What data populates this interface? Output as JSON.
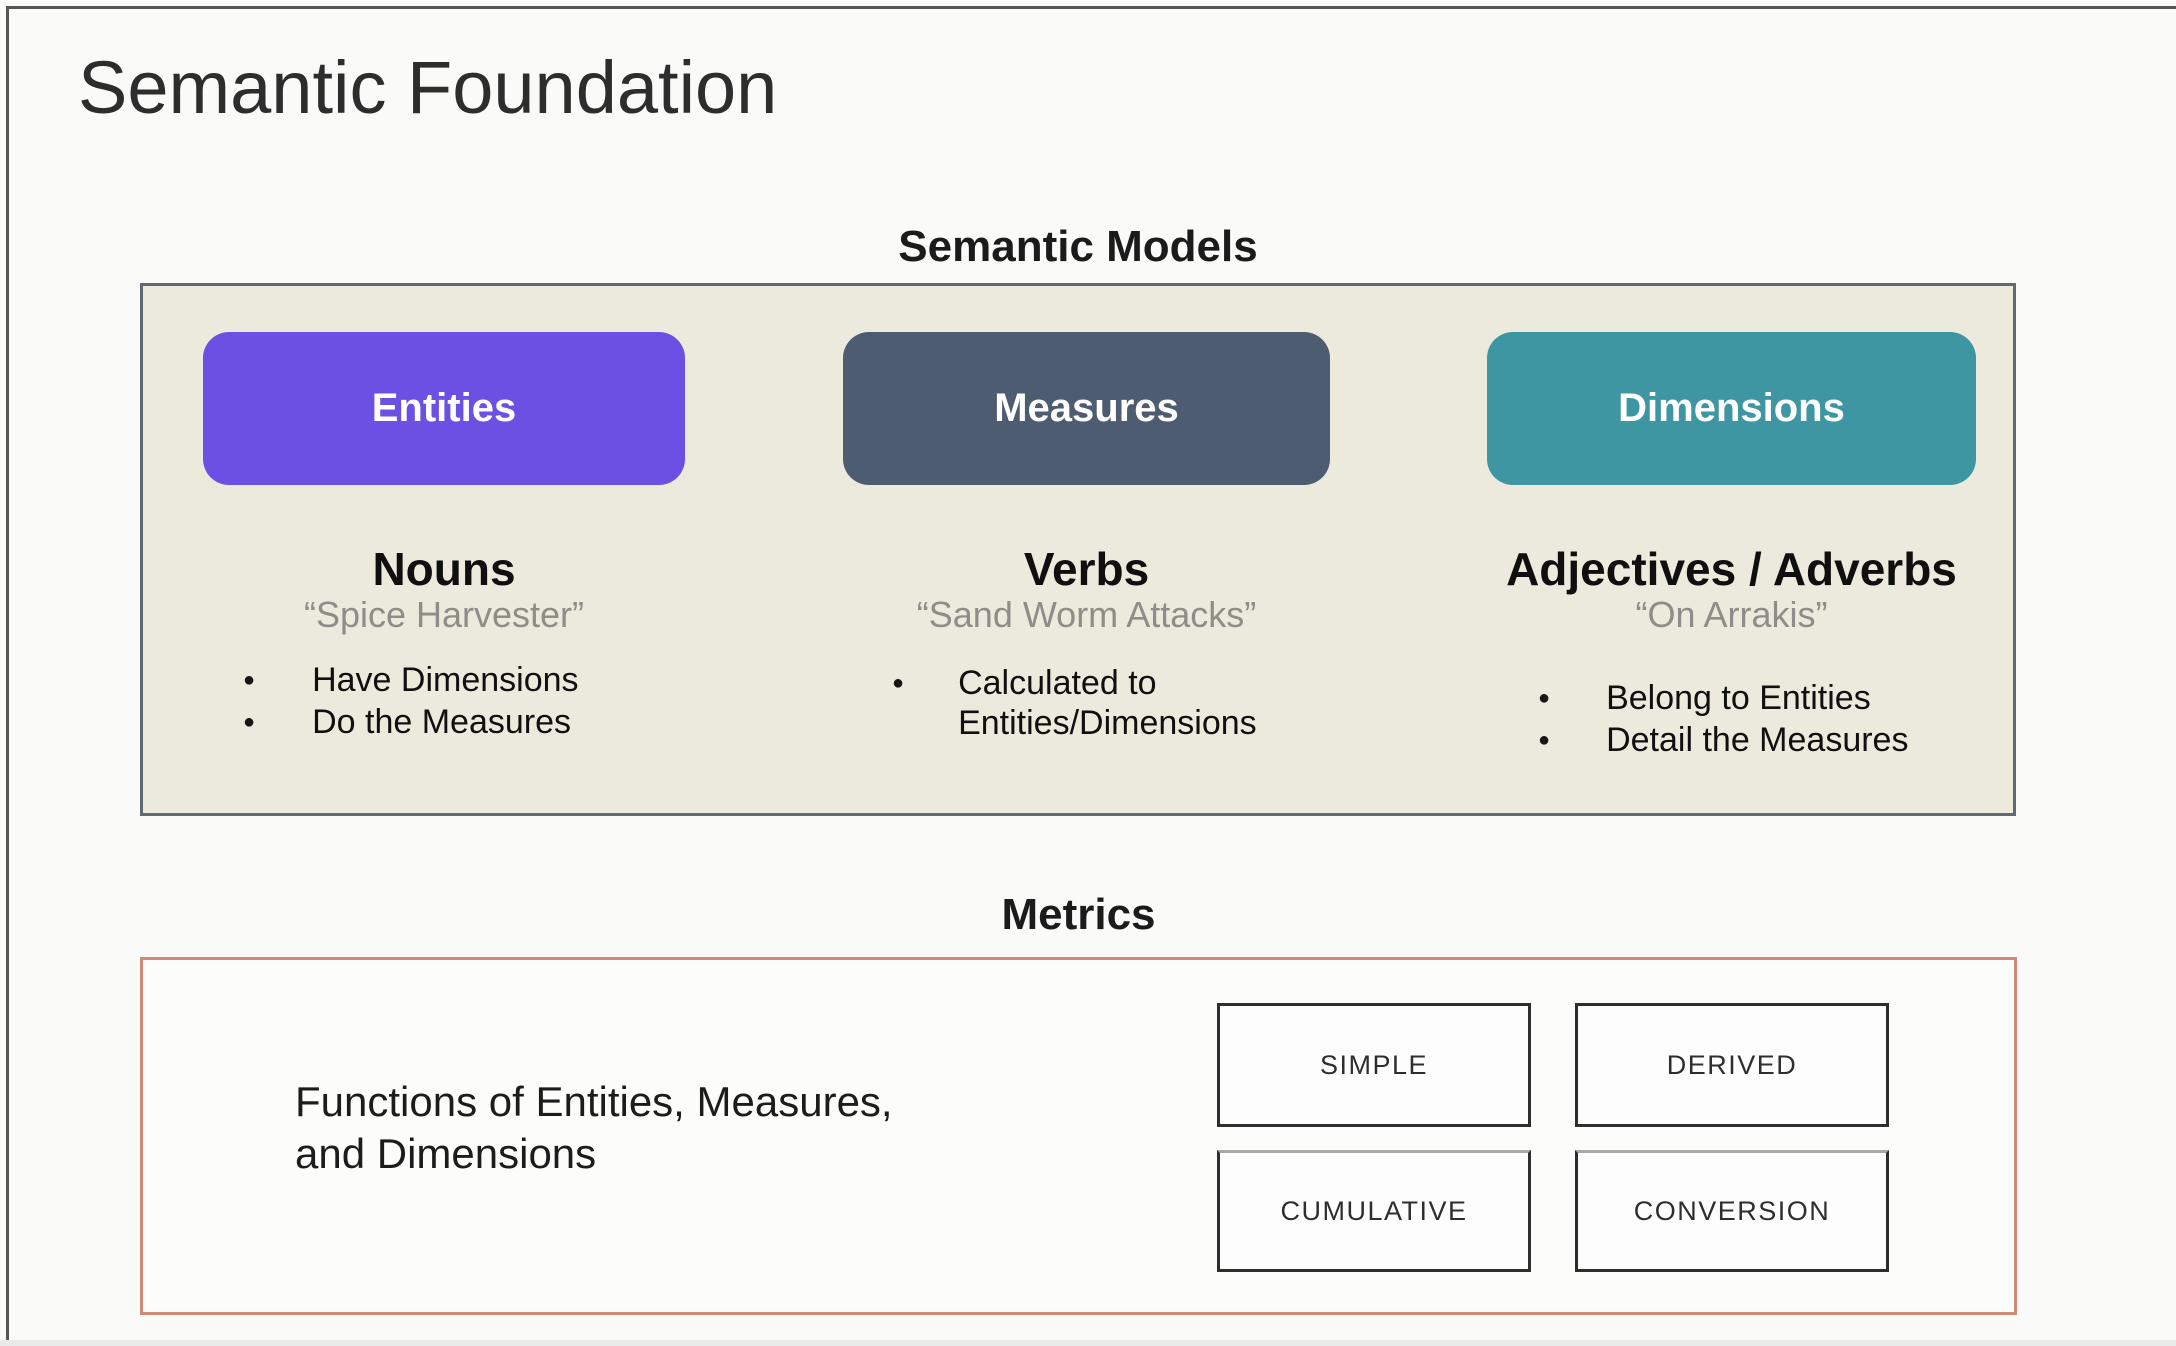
{
  "page": {
    "title": "Semantic Foundation"
  },
  "colors": {
    "pill_entities": "#6a50e3",
    "pill_measures": "#4d5c70",
    "pill_dimensions": "#3e96a3",
    "models_box_bg": "#eceadd",
    "models_box_border": "#5f6a72",
    "metrics_box_border": "#cf8b76"
  },
  "semantic_models": {
    "heading": "Semantic Models",
    "columns": [
      {
        "pill": "Entities",
        "pill_color": "#6a50e3",
        "heading": "Nouns",
        "example": "“Spice Harvester”",
        "bullet_glyph": "●",
        "bullets": [
          "Have Dimensions",
          "Do the Measures"
        ]
      },
      {
        "pill": "Measures",
        "pill_color": "#4d5c70",
        "heading": "Verbs",
        "example": "“Sand Worm Attacks”",
        "bullet_glyph": "●",
        "bullets": [
          "Calculated to Entities/Dimensions"
        ]
      },
      {
        "pill": "Dimensions",
        "pill_color": "#3e96a3",
        "heading": "Adjectives / Adverbs",
        "example": "“On Arrakis”",
        "bullet_glyph": "●",
        "bullets": [
          "Belong to Entities",
          "Detail the Measures"
        ]
      }
    ]
  },
  "metrics": {
    "heading": "Metrics",
    "description_line1": "Functions of Entities, Measures,",
    "description_line2": "and Dimensions",
    "types": [
      "SIMPLE",
      "DERIVED",
      "CUMULATIVE",
      "CONVERSION"
    ]
  }
}
